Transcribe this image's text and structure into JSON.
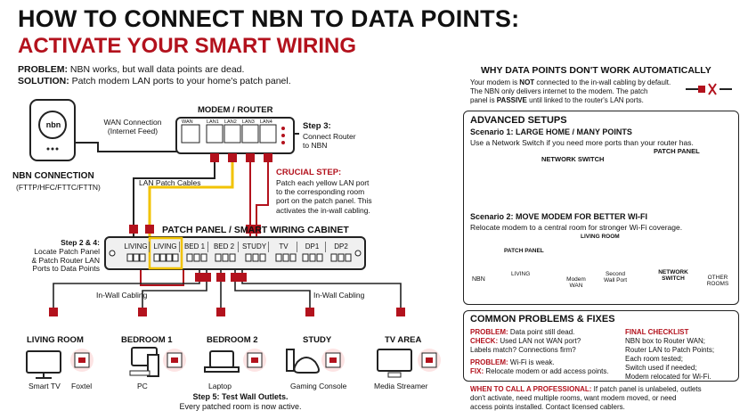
{
  "title": "HOW TO CONNECT NBN TO DATA POINTS:",
  "subtitle": "ACTIVATE YOUR SMART WIRING",
  "problem_label": "PROBLEM:",
  "problem_text": " NBN works, but wall data points are dead.",
  "solution_label": "SOLUTION:",
  "solution_text": " Patch modem LAN ports to your home's patch panel.",
  "nbn": {
    "logo": "nbn",
    "label": "NBN CONNECTION",
    "sub": "(FTTP/HFC/FTTC/FTTN)",
    "wan_line1": "WAN Connection",
    "wan_line2": "(Internet Feed)"
  },
  "modem": {
    "title": "MODEM / ROUTER",
    "ports": [
      "WAN",
      "LAN1",
      "LAN2",
      "LAN3",
      "LAN4"
    ]
  },
  "step3": {
    "label": "Step 3:",
    "line1": "Connect Router",
    "line2": "to NBN"
  },
  "lan_patch": "LAN Patch Cables",
  "crucial": {
    "label": "CRUCIAL STEP:",
    "lines": [
      "Patch each yellow LAN port",
      "to the corresponding room",
      "port on the patch panel. This",
      "activates the in-wall cabling."
    ]
  },
  "patch_panel": {
    "title": "PATCH PANEL / SMART WIRING CABINET",
    "ports": [
      "LIVING",
      "LIVING",
      "BED 1",
      "BED 2",
      "STUDY",
      "TV",
      "DP1",
      "DP2"
    ]
  },
  "step24": [
    "Step 2 & 4:",
    "Locate Patch Panel",
    "& Patch Router LAN",
    "Ports to Data Points"
  ],
  "in_wall_left": "In-Wall Cabling",
  "in_wall_right": "In-Wall Cabling",
  "rooms": [
    {
      "name": "LIVING ROOM",
      "devices": [
        "Smart TV",
        "Foxtel"
      ]
    },
    {
      "name": "BEDROOM 1",
      "devices": [
        "PC"
      ]
    },
    {
      "name": "BEDROOM 2",
      "devices": [
        "Laptop"
      ]
    },
    {
      "name": "STUDY",
      "devices": [
        "Gaming Console"
      ]
    },
    {
      "name": "TV AREA",
      "devices": [
        "Media Streamer"
      ]
    }
  ],
  "step5": {
    "line1": "Step 5: Test Wall Outlets.",
    "line2": "Every patched room is now active."
  },
  "why": {
    "title": "WHY DATA POINTS DON'T WORK AUTOMATICALLY",
    "l1a": "Your modem is ",
    "l1b": "NOT",
    "l1c": " connected to the in-wall cabling by default.",
    "l2": "The NBN only delivers internet to the modem. The patch",
    "l3a": "panel is ",
    "l3b": "PASSIVE",
    "l3c": " until linked to the router's LAN ports."
  },
  "advanced": {
    "title": "ADVANCED SETUPS",
    "s1_title": "Scenario 1: LARGE HOME / MANY POINTS",
    "s1_text": "Use a Network Switch if you need more ports than your router has.",
    "s1_switch": "NETWORK SWITCH",
    "s1_panel": "PATCH PANEL",
    "s2_title": "Scenario 2: MOVE MODEM FOR BETTER WI-FI",
    "s2_text": "Relocate modem to a central room for stronger Wi-Fi coverage.",
    "s2_nbn": "NBN",
    "s2_panel": "PATCH PANEL",
    "s2_living": "LIVING",
    "s2_room": "LIVING ROOM",
    "s2_modem": [
      "Modem",
      "WAN"
    ],
    "s2_wall": [
      "Second",
      "Wall Port"
    ],
    "s2_switch": [
      "NETWORK",
      "SWITCH"
    ],
    "s2_other": [
      "OTHER",
      "ROOMS"
    ]
  },
  "problems": {
    "title": "COMMON PROBLEMS & FIXES",
    "p1_label": "PROBLEM:",
    "p1": " Data point still dead.",
    "c1_label": "CHECK:",
    "c1": " Used LAN not WAN port?",
    "c1b": "Labels match? Connections firm?",
    "p2_label": "PROBLEM:",
    "p2": " Wi-Fi is weak.",
    "f2_label": "FIX:",
    "f2": " Relocate modem or add access points.",
    "checklist_title": "FINAL CHECKLIST",
    "checklist": [
      "NBN box to Router WAN;",
      "Router LAN to Patch Points;",
      "Each room tested;",
      "Switch used if needed;",
      "Modem relocated for Wi-Fi."
    ]
  },
  "pro": {
    "label": "WHEN TO CALL A PROFESSIONAL:",
    "text1": " If patch panel is unlabeled, outlets",
    "text2": "don't activate, need multiple rooms, want modem moved, or need",
    "text3": "access points installed. Contact licensed cablers."
  },
  "colors": {
    "accent_red": "#b3121d",
    "cable_yellow": "#f2c300",
    "panel_grey": "#f4f4f4"
  }
}
